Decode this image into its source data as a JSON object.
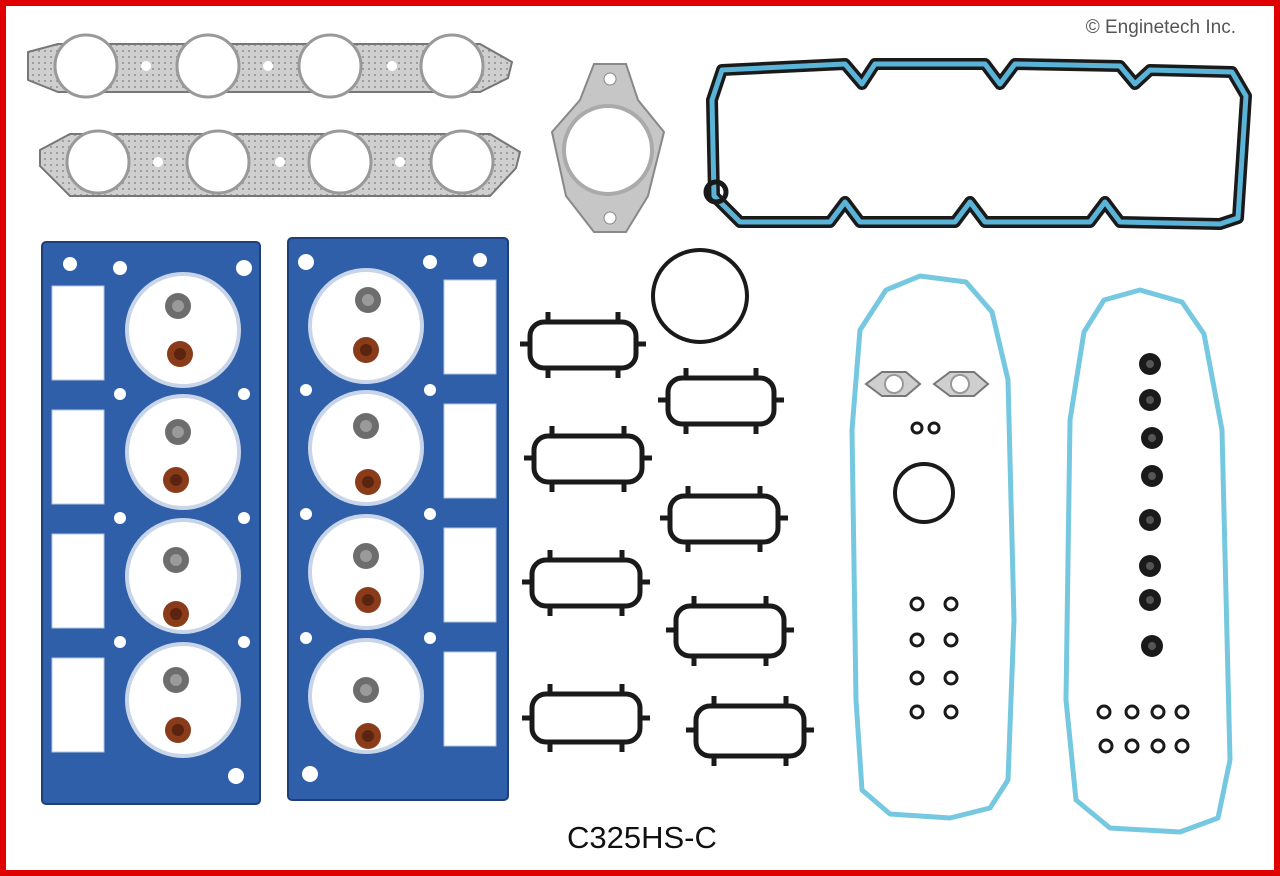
{
  "copyright": "© Enginetech Inc.",
  "part_number": "C325HS-C",
  "colors": {
    "border": "#e00000",
    "head_gasket": "#2f5fa8",
    "silicone_seal": "#76c8e0",
    "rubber": "#1a1a1a",
    "valve_seal": "#8a3c1a",
    "exhaust_gasket": "#c9c9c9"
  },
  "components": [
    "exhaust-manifold-gasket",
    "exhaust-flange-gasket",
    "valve-cover-gasket",
    "cylinder-head-gasket",
    "o-ring",
    "intake-manifold-gasket",
    "valley-cover-seal",
    "valve-stem-seal"
  ]
}
